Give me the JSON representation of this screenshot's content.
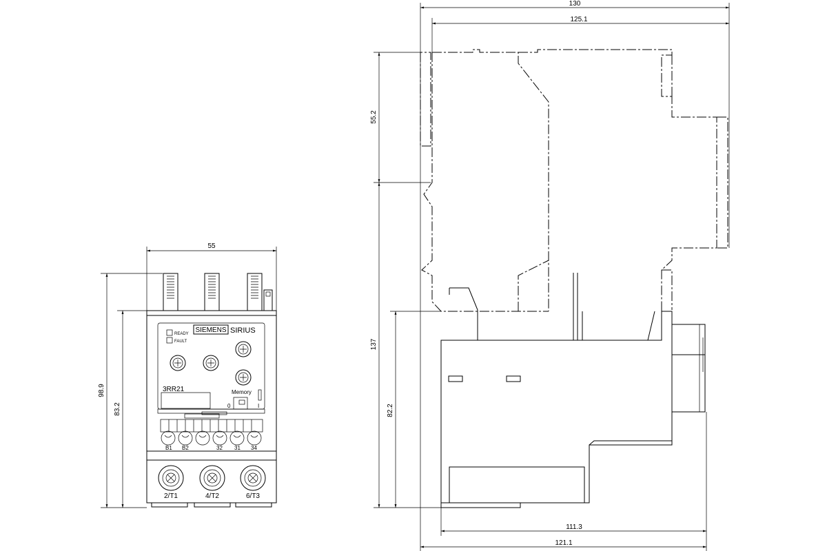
{
  "front_view": {
    "dims": {
      "width": "55",
      "height_total": "98.9",
      "height_body": "83.2"
    },
    "brand": "SIEMENS",
    "series": "SIRIUS",
    "model": "3RR21",
    "led_ready": "READY",
    "led_fault": "FAULT",
    "memory_label": "Memory",
    "memory_value": "0",
    "memory_indicator": "I",
    "aux_terminals": [
      "B1",
      "B2",
      "32",
      "31",
      "34"
    ],
    "main_terminals": [
      "2/T1",
      "4/T2",
      "6/T3"
    ]
  },
  "side_view": {
    "dims": {
      "top_width": "130",
      "contactor_width": "125.1",
      "upper_height": "55.2",
      "total_height": "137",
      "relay_height": "82.2",
      "depth_inner": "111.3",
      "depth_outer": "121.1"
    }
  }
}
